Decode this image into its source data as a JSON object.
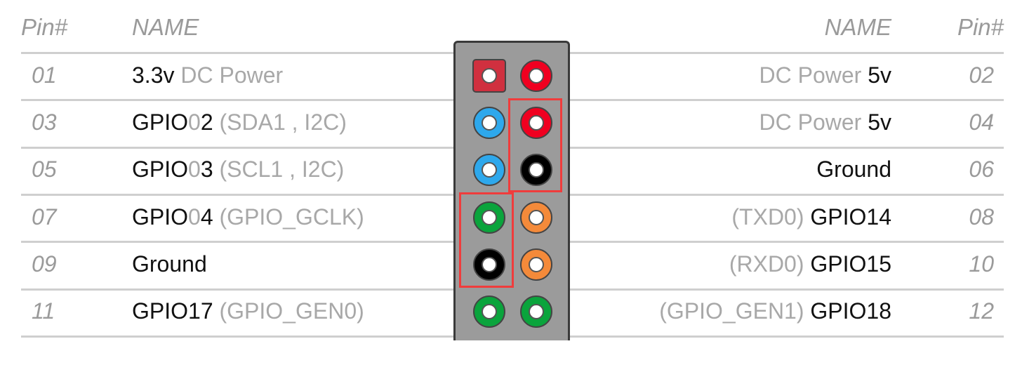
{
  "header": {
    "left_pin": "Pin#",
    "left_name": "NAME",
    "right_name": "NAME",
    "right_pin": "Pin#"
  },
  "rows": [
    {
      "left_pin": "01",
      "left_name": [
        {
          "t": "3.3v",
          "s": true
        },
        {
          "t": " DC Power",
          "s": false
        }
      ],
      "right_pin": "02",
      "right_name": [
        {
          "t": "DC Power ",
          "s": false
        },
        {
          "t": "5v",
          "s": true
        }
      ],
      "left_color": "#d0303f",
      "right_color": "#f00020",
      "left_square": true
    },
    {
      "left_pin": "03",
      "left_name": [
        {
          "t": "GPIO",
          "s": true
        },
        {
          "t": "0",
          "s": false
        },
        {
          "t": "2",
          "s": true
        },
        {
          "t": " (SDA1 , I2C)",
          "s": false
        }
      ],
      "right_pin": "04",
      "right_name": [
        {
          "t": "DC Power ",
          "s": false
        },
        {
          "t": "5v",
          "s": true
        }
      ],
      "left_color": "#2ea8ec",
      "right_color": "#f00020"
    },
    {
      "left_pin": "05",
      "left_name": [
        {
          "t": "GPIO",
          "s": true
        },
        {
          "t": "0",
          "s": false
        },
        {
          "t": "3",
          "s": true
        },
        {
          "t": " (SCL1 , I2C)",
          "s": false
        }
      ],
      "right_pin": "06",
      "right_name": [
        {
          "t": "Ground",
          "s": true
        }
      ],
      "left_color": "#2ea8ec",
      "right_color": "#000000"
    },
    {
      "left_pin": "07",
      "left_name": [
        {
          "t": "GPIO",
          "s": true
        },
        {
          "t": "0",
          "s": false
        },
        {
          "t": "4",
          "s": true
        },
        {
          "t": " (GPIO_GCLK)",
          "s": false
        }
      ],
      "right_pin": "08",
      "right_name": [
        {
          "t": "(TXD0) ",
          "s": false
        },
        {
          "t": "GPIO14",
          "s": true
        }
      ],
      "left_color": "#0aa43c",
      "right_color": "#f48a3a"
    },
    {
      "left_pin": "09",
      "left_name": [
        {
          "t": "Ground",
          "s": true
        }
      ],
      "right_pin": "10",
      "right_name": [
        {
          "t": "(RXD0) ",
          "s": false
        },
        {
          "t": "GPIO15",
          "s": true
        }
      ],
      "left_color": "#000000",
      "right_color": "#f48a3a"
    },
    {
      "left_pin": "11",
      "left_name": [
        {
          "t": "GPIO17",
          "s": true
        },
        {
          "t": " (GPIO_GEN0)",
          "s": false
        }
      ],
      "right_pin": "12",
      "right_name": [
        {
          "t": "(GPIO_GEN1) ",
          "s": false
        },
        {
          "t": "GPIO18",
          "s": true
        }
      ],
      "left_color": "#0aa43c",
      "right_color": "#0aa43c"
    }
  ],
  "colors": {
    "highlight": "#f03c3c",
    "board": "#9b9b9b"
  }
}
